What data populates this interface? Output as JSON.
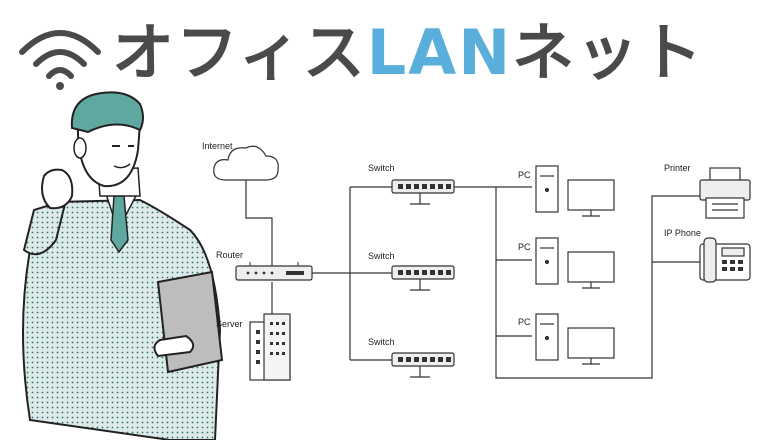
{
  "title": {
    "part1": "オフィス",
    "part2": "LAN",
    "part3": "ネット"
  },
  "colors": {
    "title_dark": "#4a4a4a",
    "title_accent": "#5aaedc",
    "line": "#333333",
    "suit": "#dbeaea",
    "hair": "#5fa8a0"
  },
  "network": {
    "internet_label": "Internet",
    "router_label": "Router",
    "server_label": "Server",
    "switch_labels": [
      "Switch",
      "Switch",
      "Switch"
    ],
    "pc_labels": [
      "PC",
      "PC",
      "PC"
    ],
    "printer_label": "Printer",
    "ipphone_label": "IP Phone"
  },
  "icons": [
    "wifi-icon",
    "cloud-icon",
    "router-icon",
    "server-icon",
    "switch-icon",
    "pc-icon",
    "printer-icon",
    "phone-icon"
  ]
}
